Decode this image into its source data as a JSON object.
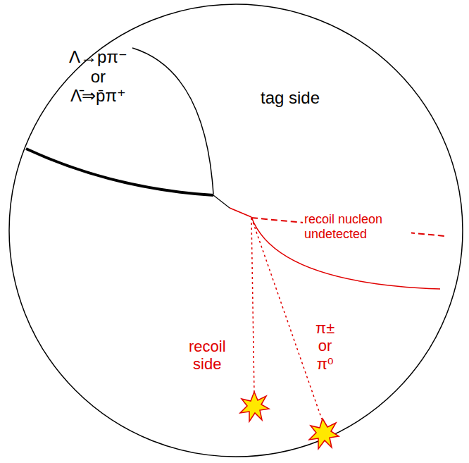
{
  "diagram": {
    "labels": [
      "Λ→pπ⁻ or Λ̄⇒p̄π⁺",
      "tag side",
      "recoil nucleon undetected",
      "recoil side",
      "π± or π⁰"
    ]
  }
}
